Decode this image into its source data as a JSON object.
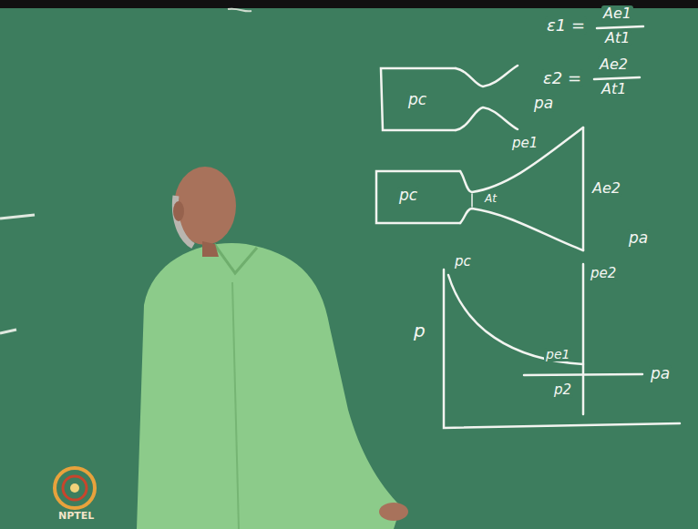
{
  "diagram": {
    "labels": [
      "ε1 =",
      "Ae1",
      "At1",
      "pc",
      "pa",
      "pe1",
      "ε2 =",
      "Ae2",
      "At1",
      "pc",
      "At",
      "Ae2",
      "pa",
      "p",
      "pc",
      "pe2",
      "pe1",
      "p2",
      "pa",
      "NPTEL"
    ]
  }
}
